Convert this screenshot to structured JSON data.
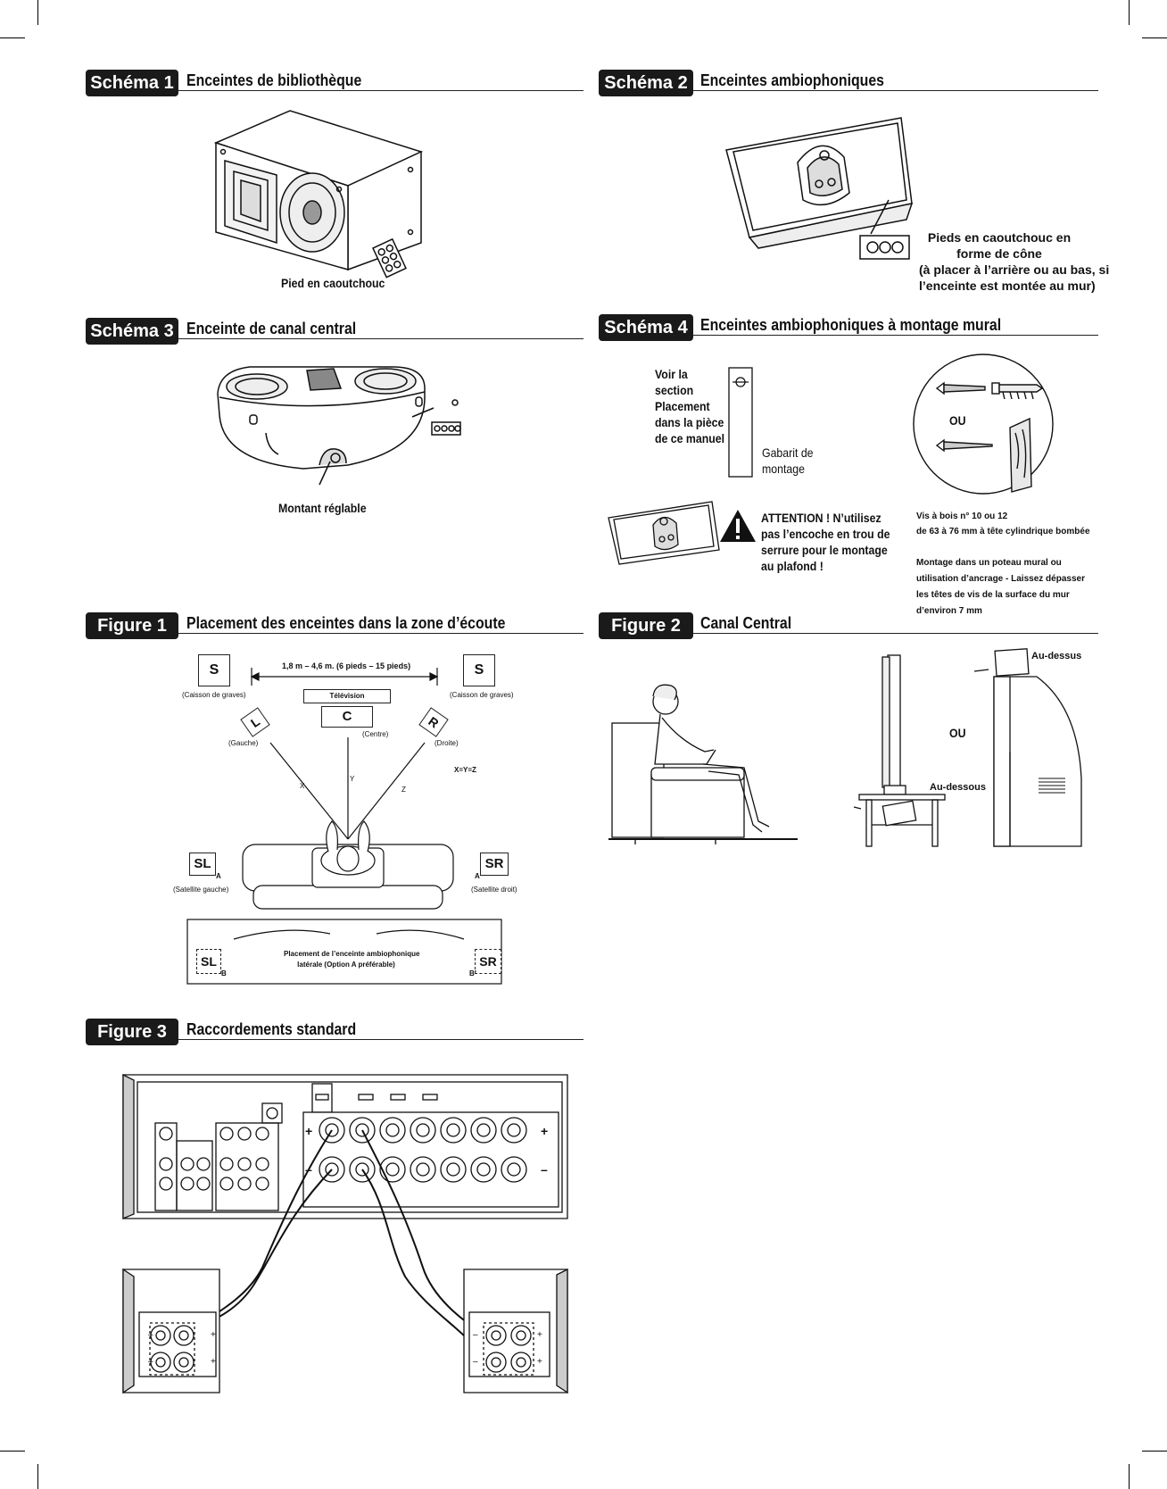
{
  "sections": {
    "schema1": {
      "badge": "Schéma 1",
      "title": "Enceintes de bibliothèque",
      "callout": "Pied en caoutchouc"
    },
    "schema2": {
      "badge": "Schéma 2",
      "title": "Enceintes ambiophoniques",
      "callout": [
        "Pieds en caoutchouc en",
        "forme de cône",
        "(à placer à l’arrière ou au bas, si",
        "l’enceinte est montée au mur)"
      ]
    },
    "schema3": {
      "badge": "Schéma 3",
      "title": "Enceinte de canal central",
      "callout": "Montant réglable"
    },
    "schema4": {
      "badge": "Schéma 4",
      "title": "Enceintes ambiophoniques à montage mural",
      "voir": [
        "Voir la",
        "section",
        "Placement",
        "dans la pièce",
        "de ce manuel"
      ],
      "gabarit": [
        "Gabarit de",
        "montage"
      ],
      "ou": "OU",
      "attention": [
        "ATTENTION ! N’utilisez",
        "pas l’encoche en trou de",
        "serrure pour le montage",
        "au plafond !"
      ],
      "vis": [
        "Vis à bois n° 10 ou 12",
        "de 63 à 76 mm à tête cylindrique bombée"
      ],
      "montage": [
        "Montage dans un poteau mural ou",
        "utilisation d’ancrage - Laissez dépasser",
        "les têtes de vis de la surface du mur",
        "d’environ 7 mm"
      ]
    },
    "figure1": {
      "badge": "Figure 1",
      "title": "Placement des enceintes dans la zone d’écoute",
      "distance": "1,8 m – 4,6 m. (6 pieds – 15 pieds)",
      "s": "S",
      "caisson": "(Caisson de graves)",
      "television": "Télévision",
      "c": "C",
      "centre": "(Centre)",
      "l": "L",
      "gauche": "(Gauche)",
      "r": "R",
      "droite": "(Droite)",
      "xyz": "X=Y=Z",
      "x": "X",
      "y": "Y",
      "z": "Z",
      "sl": "SL",
      "sat_gauche": "(Satellite gauche)",
      "sr": "SR",
      "sat_droit": "(Satellite droit)",
      "a": "A",
      "b": "B",
      "b2": "B’",
      "placement": [
        "Placement de l’enceinte ambiophonique",
        "latérale (Option A préférable)"
      ]
    },
    "figure2": {
      "badge": "Figure 2",
      "title": "Canal Central",
      "dessus": "Au-dessus",
      "ou": "OU",
      "dessous": "Au-dessous"
    },
    "figure3": {
      "badge": "Figure 3",
      "title": "Raccordements standard",
      "plus": "+",
      "minus": "–"
    }
  }
}
